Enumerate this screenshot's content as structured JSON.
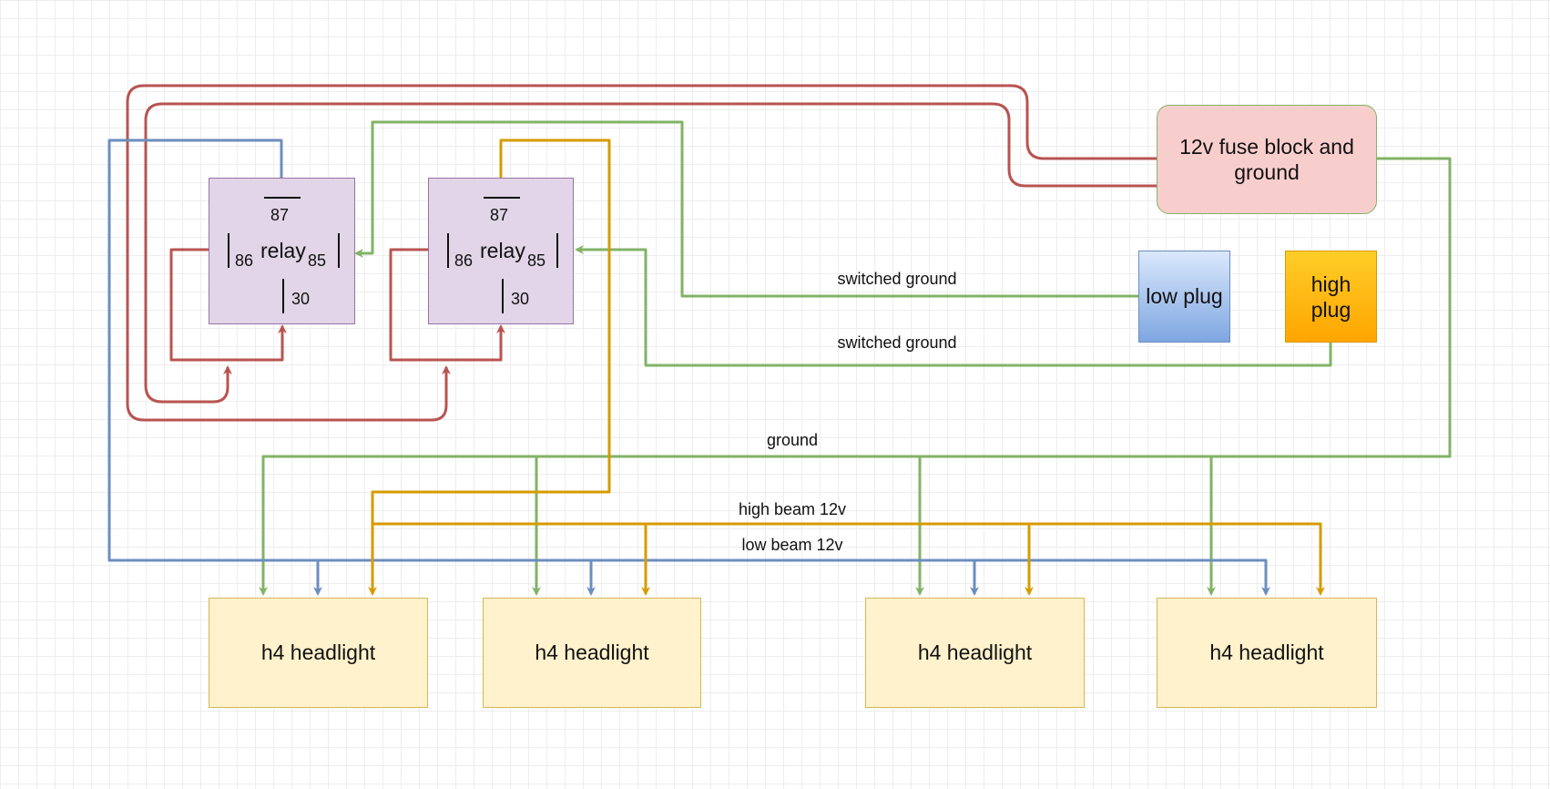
{
  "relays": [
    {
      "pin87": "87",
      "pin86": "86",
      "word": "relay",
      "pin85": "85",
      "pin30": "30"
    },
    {
      "pin87": "87",
      "pin86": "86",
      "word": "relay",
      "pin85": "85",
      "pin30": "30"
    }
  ],
  "fuse_block": {
    "label": "12v fuse block and ground"
  },
  "low_plug": {
    "label": "low plug"
  },
  "high_plug": {
    "label": "high plug"
  },
  "headlights": [
    {
      "label": "h4 headlight"
    },
    {
      "label": "h4 headlight"
    },
    {
      "label": "h4 headlight"
    },
    {
      "label": "h4 headlight"
    }
  ],
  "wire_labels": {
    "switched_ground_low": "switched ground",
    "switched_ground_high": "switched ground",
    "ground": "ground",
    "high_beam": "high beam 12v",
    "low_beam": "low beam 12v"
  },
  "colors": {
    "red_wire": "#b85450",
    "green_wire": "#82b366",
    "blue_wire": "#6c8ebf",
    "yellow_wire": "#d79b00"
  }
}
